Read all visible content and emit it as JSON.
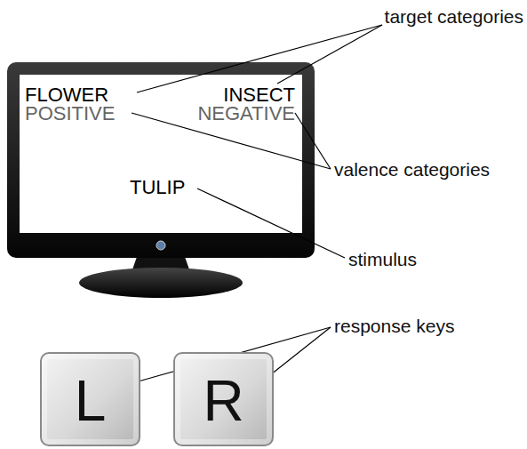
{
  "diagram": {
    "nodes": [
      {
        "text": [
          "FLOWER",
          "INSECT",
          "POSITIVE",
          "NEGATIVE",
          "TULIP"
        ]
      },
      {
        "text": [
          "L"
        ]
      },
      {
        "text": [
          "R"
        ]
      }
    ],
    "labels": [
      "target categories",
      "valence categories",
      "stimulus",
      "response keys"
    ]
  }
}
